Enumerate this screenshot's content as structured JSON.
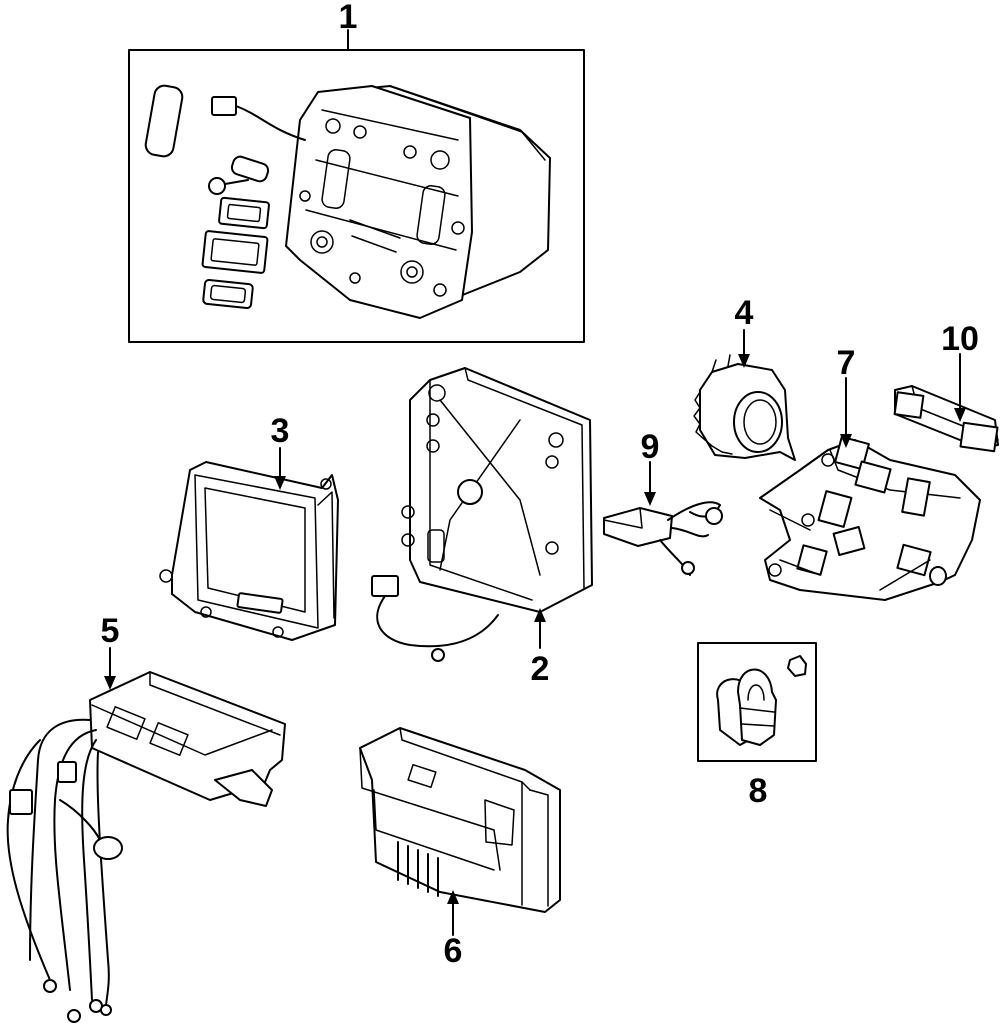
{
  "callouts": [
    {
      "id": "1",
      "label": "1"
    },
    {
      "id": "2",
      "label": "2"
    },
    {
      "id": "3",
      "label": "3"
    },
    {
      "id": "4",
      "label": "4"
    },
    {
      "id": "5",
      "label": "5"
    },
    {
      "id": "6",
      "label": "6"
    },
    {
      "id": "7",
      "label": "7"
    },
    {
      "id": "8",
      "label": "8"
    },
    {
      "id": "9",
      "label": "9"
    },
    {
      "id": "10",
      "label": "10"
    }
  ]
}
